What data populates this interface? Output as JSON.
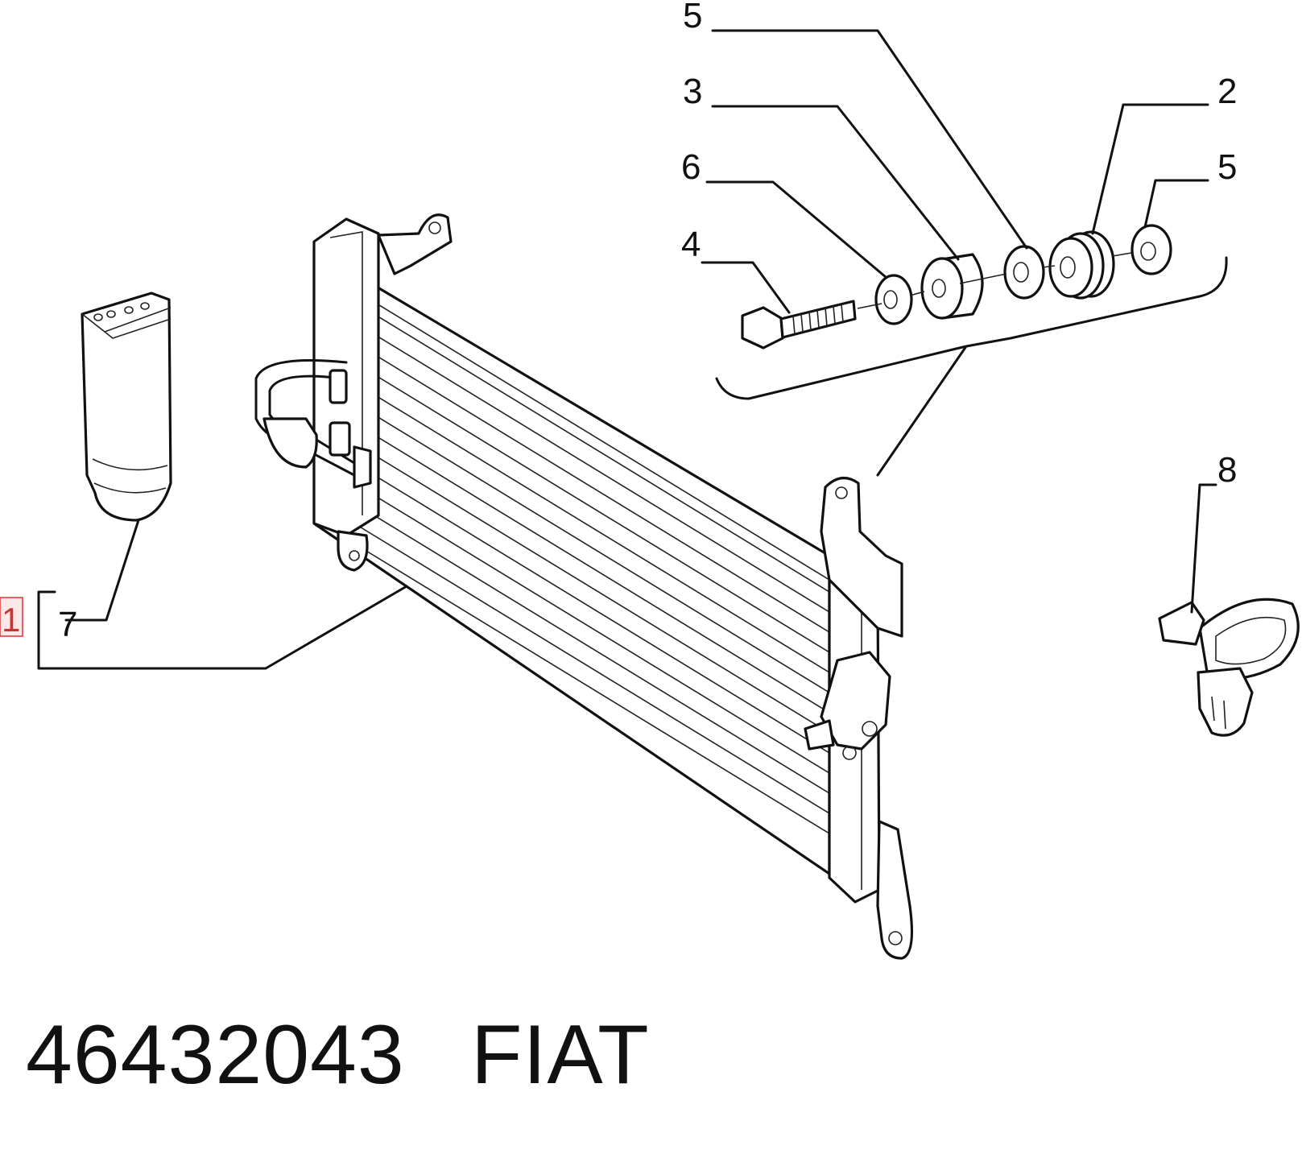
{
  "diagram": {
    "callouts": {
      "c5a": "5",
      "c3": "3",
      "c2": "2",
      "c6": "6",
      "c5b": "5",
      "c4": "4",
      "c8": "8",
      "c7": "7",
      "c1": "1"
    },
    "footer": {
      "part_number": "46432043",
      "brand": "FIAT"
    },
    "colors": {
      "line": "#111111",
      "highlight_box": "#fde8e8",
      "highlight_border": "#dd3333"
    }
  }
}
